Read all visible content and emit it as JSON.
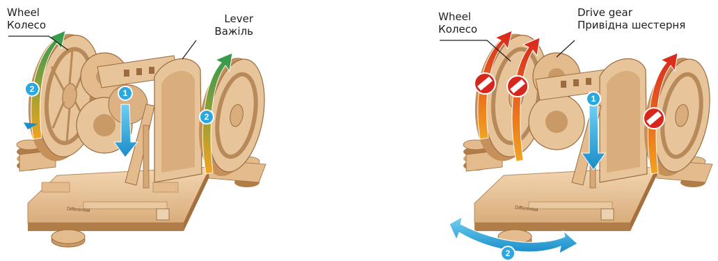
{
  "left_panel": {
    "wheel_label_en": "Wheel",
    "wheel_label_uk": "Колесо",
    "lever_label_en": "Lever",
    "lever_label_uk": "Важіль",
    "step_markers": [
      "2",
      "1",
      "2"
    ],
    "base_text": "Differential"
  },
  "right_panel": {
    "wheel_label_en": "Wheel",
    "wheel_label_uk": "Колесо",
    "gear_label_en": "Drive gear",
    "gear_label_uk": "Привідна шестерня",
    "step_markers": [
      "1",
      "2"
    ],
    "base_text": "Differential",
    "blocked_icon_count": 3
  },
  "colors": {
    "wood": "#e7c49a",
    "wood_dark": "#b88a5a",
    "wood_shadow": "#9c6c3e",
    "blue_arrow": "#2aa8df",
    "green_arrow": "#2e9a4e",
    "orange_arrow": "#f0a020",
    "red_arrow": "#d9261c",
    "marker_fill": "#2aa8df",
    "background": "#ffffff"
  },
  "icons": [
    "no-entry-icon",
    "rotation-arrow-icon",
    "step-marker-icon"
  ]
}
